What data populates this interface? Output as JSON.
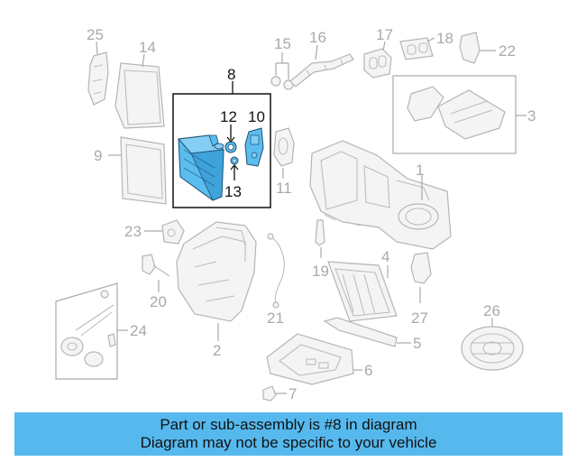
{
  "diagram": {
    "callouts": [
      "1",
      "2",
      "3",
      "4",
      "5",
      "6",
      "7",
      "8",
      "9",
      "10",
      "11",
      "12",
      "13",
      "14",
      "15",
      "16",
      "17",
      "18",
      "19",
      "20",
      "21",
      "22",
      "23",
      "24",
      "25",
      "26",
      "27"
    ],
    "highlighted_part": "8",
    "colors": {
      "highlight": "#5bbcef",
      "callout": "#a9a9a9",
      "outline": "#b5b5b5"
    }
  },
  "caption": {
    "line1": "Part or sub-assembly is #8 in diagram",
    "line2": "Diagram may not be specific to your vehicle",
    "background": "#56b9ee"
  }
}
